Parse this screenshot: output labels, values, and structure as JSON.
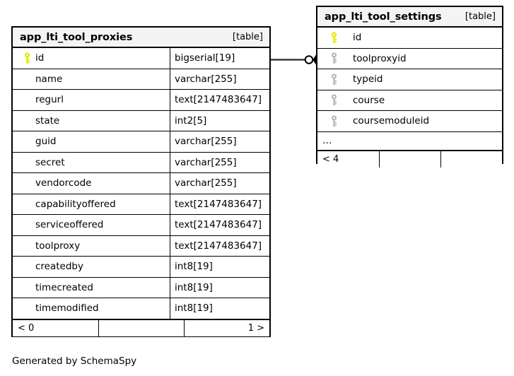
{
  "diagram": {
    "caption": "Generated by SchemaSpy",
    "table_tag": "[table]",
    "ellipsis": "…",
    "colors": {
      "primary_key": "#e8e800",
      "foreign_key": "#b3b3b3",
      "border": "#000000",
      "header_fill": "#f4f4f4",
      "background": "#ffffff"
    }
  },
  "tables": [
    {
      "id": "app_lti_tool_proxies",
      "name": "app_lti_tool_proxies",
      "tag": "[table]",
      "columns": [
        {
          "key": "primary",
          "name": "id",
          "type": "bigserial[19]"
        },
        {
          "key": "none",
          "name": "name",
          "type": "varchar[255]"
        },
        {
          "key": "none",
          "name": "regurl",
          "type": "text[2147483647]"
        },
        {
          "key": "none",
          "name": "state",
          "type": "int2[5]"
        },
        {
          "key": "none",
          "name": "guid",
          "type": "varchar[255]"
        },
        {
          "key": "none",
          "name": "secret",
          "type": "varchar[255]"
        },
        {
          "key": "none",
          "name": "vendorcode",
          "type": "varchar[255]"
        },
        {
          "key": "none",
          "name": "capabilityoffered",
          "type": "text[2147483647]"
        },
        {
          "key": "none",
          "name": "serviceoffered",
          "type": "text[2147483647]"
        },
        {
          "key": "none",
          "name": "toolproxy",
          "type": "text[2147483647]"
        },
        {
          "key": "none",
          "name": "createdby",
          "type": "int8[19]"
        },
        {
          "key": "none",
          "name": "timecreated",
          "type": "int8[19]"
        },
        {
          "key": "none",
          "name": "timemodified",
          "type": "int8[19]"
        }
      ],
      "has_ellipsis": false,
      "footer": [
        "< 0",
        "",
        "1 >"
      ]
    },
    {
      "id": "app_lti_tool_settings",
      "name": "app_lti_tool_settings",
      "tag": "[table]",
      "columns": [
        {
          "key": "primary",
          "name": "id",
          "type": ""
        },
        {
          "key": "foreign",
          "name": "toolproxyid",
          "type": ""
        },
        {
          "key": "foreign",
          "name": "typeid",
          "type": ""
        },
        {
          "key": "foreign",
          "name": "course",
          "type": ""
        },
        {
          "key": "foreign",
          "name": "coursemoduleid",
          "type": ""
        }
      ],
      "has_ellipsis": true,
      "footer": [
        "< 4",
        "",
        ""
      ]
    }
  ],
  "relationships": [
    {
      "from_table": "app_lti_tool_proxies",
      "from_column": "id",
      "to_table": "app_lti_tool_settings",
      "to_column": "toolproxyid",
      "notation": "crows-foot-zero-many"
    }
  ]
}
